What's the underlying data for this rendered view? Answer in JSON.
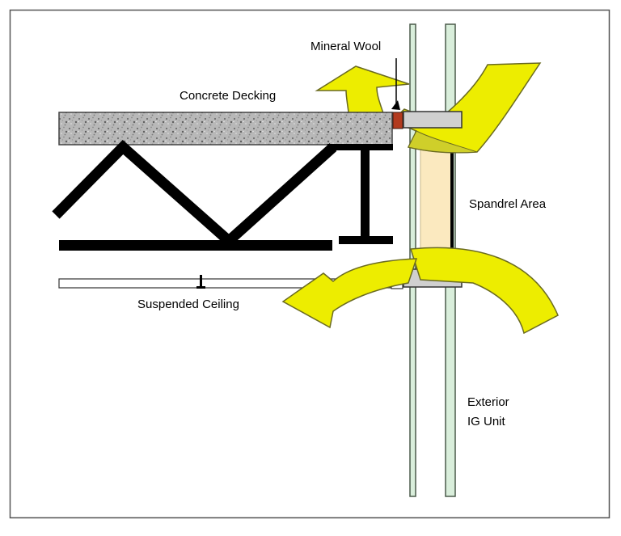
{
  "labels": {
    "mineral_wool": "Mineral Wool",
    "concrete_decking": "Concrete Decking",
    "spandrel_area": "Spandrel Area",
    "suspended_ceiling": "Suspended Ceiling",
    "exterior_line1": "Exterior",
    "exterior_line2": "IG Unit"
  },
  "colors": {
    "frame": "#555555",
    "concrete": "#b5b5b5",
    "steel": "#000000",
    "mineral_wool": "#b23a1e",
    "spandrel": "#fbe9bf",
    "mullion": "#d9eedb",
    "mullion_stroke": "#4a5a4a",
    "clip": "#d0d0d0",
    "arrow_fill": "#eded00",
    "arrow_shade": "#cfcf2a",
    "arrow_stroke": "#6a6a20"
  },
  "icons": {
    "arrow_up": "curved-arrow-up-icon",
    "arrow_down": "curved-arrow-down-icon"
  }
}
